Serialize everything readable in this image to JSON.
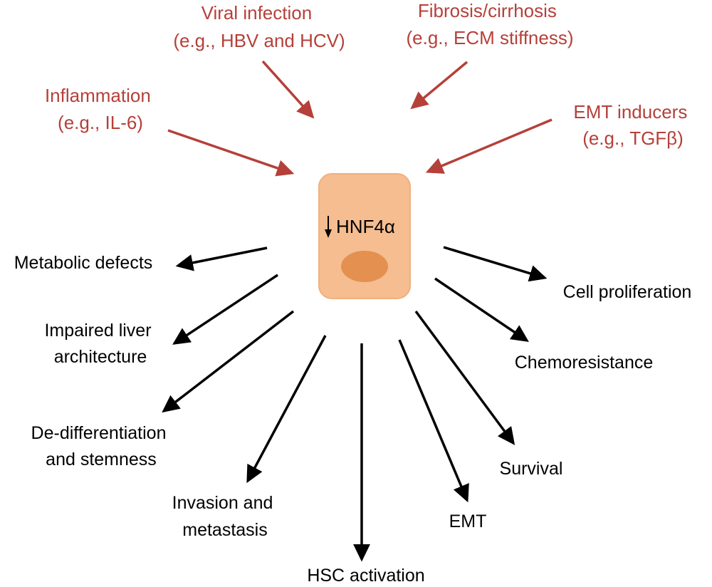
{
  "colors": {
    "inducer": "#b5403a",
    "effect": "#000000",
    "cell_fill": "#f5bd90",
    "cell_stroke": "#f0b080",
    "nucleus": "#e49050",
    "background": "#ffffff"
  },
  "cell": {
    "marker_label": "HNF4α",
    "down_arrow_icon": "down-arrow-icon"
  },
  "inducers": [
    {
      "id": "inflammation",
      "lines": [
        "Inflammation",
        "(e.g., IL-6)"
      ]
    },
    {
      "id": "viral-infection",
      "lines": [
        "Viral infection",
        "(e.g., HBV and HCV)"
      ]
    },
    {
      "id": "fibrosis",
      "lines": [
        "Fibrosis/cirrhosis",
        "(e.g., ECM stiffness)"
      ]
    },
    {
      "id": "emt-inducers",
      "lines": [
        "EMT inducers",
        "(e.g., TGFβ)"
      ]
    }
  ],
  "effects": [
    {
      "id": "metabolic-defects",
      "lines": [
        "Metabolic defects"
      ]
    },
    {
      "id": "impaired-liver-architecture",
      "lines": [
        "Impaired liver",
        "architecture"
      ]
    },
    {
      "id": "de-differentiation",
      "lines": [
        "De-differentiation",
        "and stemness"
      ]
    },
    {
      "id": "invasion-metastasis",
      "lines": [
        "Invasion and",
        "metastasis"
      ]
    },
    {
      "id": "hsc-activation",
      "lines": [
        "HSC activation"
      ]
    },
    {
      "id": "emt",
      "lines": [
        "EMT"
      ]
    },
    {
      "id": "survival",
      "lines": [
        "Survival"
      ]
    },
    {
      "id": "chemoresistance",
      "lines": [
        "Chemoresistance"
      ]
    },
    {
      "id": "cell-proliferation",
      "lines": [
        "Cell proliferation"
      ]
    }
  ]
}
